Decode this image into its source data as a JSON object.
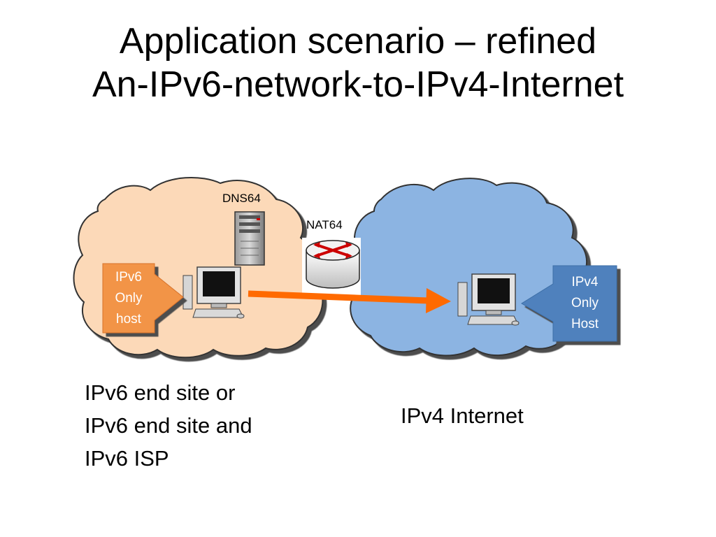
{
  "slide": {
    "title_line1": "Application scenario – refined",
    "title_line2": "An-IPv6-network-to-IPv4-Internet"
  },
  "diagram": {
    "left_cloud": {
      "color": "#fcd9b8"
    },
    "right_cloud": {
      "color": "#8cb4e2"
    },
    "dns64_label": "DNS64",
    "nat64_label": "NAT64",
    "ipv6_callout": {
      "text": "IPv6\nOnly\nhost",
      "color": "#f29446"
    },
    "ipv4_callout": {
      "text": "IPv4\nOnly\nHost",
      "color": "#4f81bd"
    },
    "flow_arrow_color": "#ff6a00",
    "icons": [
      "server-icon",
      "router-icon",
      "computer-icon"
    ]
  },
  "captions": {
    "left": "IPv6 end site or\nIPv6 end site and\nIPv6 ISP",
    "right": "IPv4 Internet"
  }
}
